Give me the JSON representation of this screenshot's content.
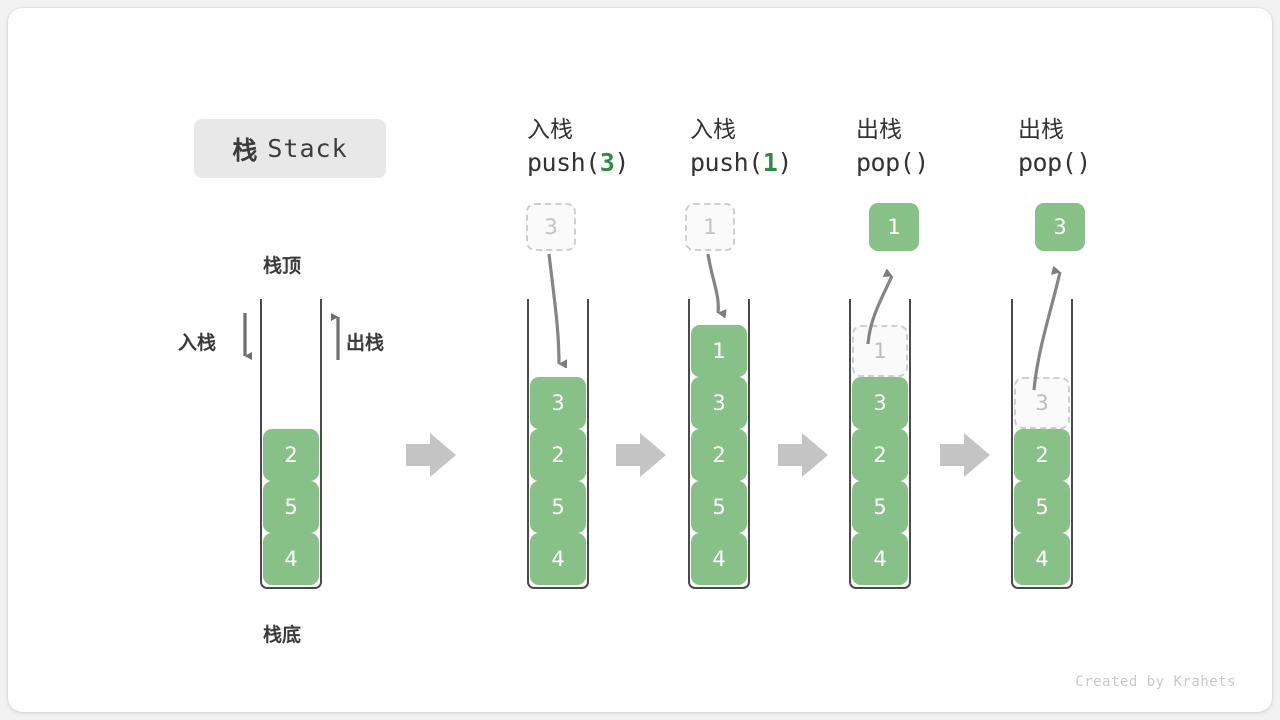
{
  "title": {
    "cn": "栈",
    "en": "Stack"
  },
  "credit": "Created by Krahets",
  "colors": {
    "element_green": "#88c188",
    "code_arg_green": "#2e8b47",
    "ghost_border": "#cfcfcf",
    "ghost_text": "#bdbdbd",
    "tube_stroke": "#4a4a4a",
    "step_arrow": "#c4c4c4",
    "curve_arrow": "#7a7a7a",
    "badge_bg": "#e8e8e8",
    "card_bg": "#ffffff",
    "page_bg": "#f2f2f2"
  },
  "legend": {
    "top_label": "栈顶",
    "bottom_label": "栈底",
    "push_label": "入栈",
    "pop_label": "出栈"
  },
  "columns": [
    {
      "id": "initial",
      "cn": "",
      "code": "",
      "code_arg": "",
      "stack": [
        "2",
        "5",
        "4"
      ],
      "ghost_in_stack": null,
      "float_box": null,
      "float_box_kind": null
    },
    {
      "id": "push-3",
      "cn": "入栈",
      "code_prefix": "push(",
      "code_arg": "3",
      "code_suffix": ")",
      "stack": [
        "3",
        "2",
        "5",
        "4"
      ],
      "ghost_in_stack": null,
      "float_box": "3",
      "float_box_kind": "ghost"
    },
    {
      "id": "push-1",
      "cn": "入栈",
      "code_prefix": "push(",
      "code_arg": "1",
      "code_suffix": ")",
      "stack": [
        "1",
        "3",
        "2",
        "5",
        "4"
      ],
      "ghost_in_stack": null,
      "float_box": "1",
      "float_box_kind": "ghost"
    },
    {
      "id": "pop-1",
      "cn": "出栈",
      "code_prefix": "pop(",
      "code_arg": "",
      "code_suffix": ")",
      "stack": [
        "3",
        "2",
        "5",
        "4"
      ],
      "ghost_in_stack": "1",
      "float_box": "1",
      "float_box_kind": "filled"
    },
    {
      "id": "pop-3",
      "cn": "出栈",
      "code_prefix": "pop(",
      "code_arg": "",
      "code_suffix": ")",
      "stack": [
        "2",
        "5",
        "4"
      ],
      "ghost_in_stack": "3",
      "float_box": "3",
      "float_box_kind": "filled"
    }
  ]
}
